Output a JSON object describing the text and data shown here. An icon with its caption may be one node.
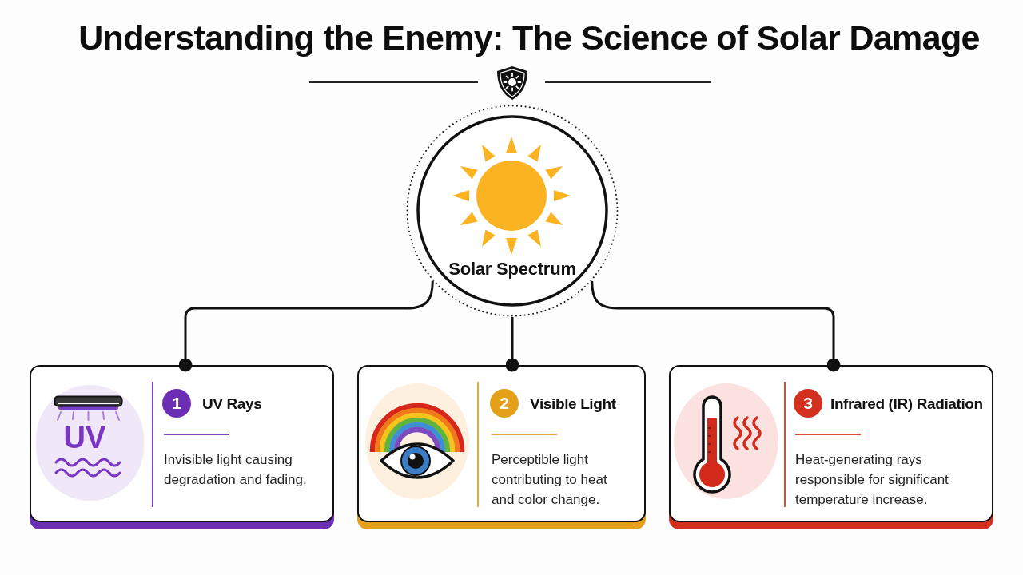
{
  "diagram": {
    "title": "Understanding the Enemy: The Science of Solar Damage",
    "nodes": [
      {
        "text": [
          "Solar Spectrum"
        ]
      },
      {
        "text": [
          "UV",
          "1",
          "UV Rays",
          "Invisible light causing degradation and fading."
        ]
      },
      {
        "text": [
          "2",
          "Visible Light",
          "Perceptible light contributing to heat and color change."
        ]
      },
      {
        "text": [
          "3",
          "Infrared (IR) Radiation",
          "Heat-generating rays responsible for significant temperature increase."
        ]
      }
    ],
    "edges": [
      {
        "from": 0,
        "to": 1,
        "arrow": "other"
      },
      {
        "from": 0,
        "to": 2,
        "arrow": "other"
      },
      {
        "from": 0,
        "to": 3,
        "arrow": "other"
      }
    ]
  }
}
